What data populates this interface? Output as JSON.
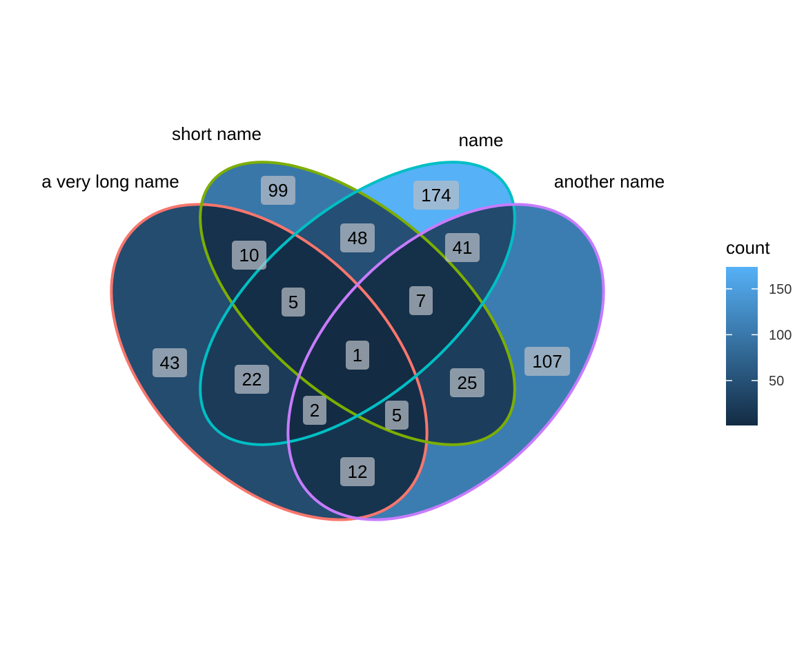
{
  "chart_data": {
    "type": "venn",
    "sets": [
      {
        "name": "a very long name",
        "color": "#F8766D"
      },
      {
        "name": "short name",
        "color": "#7CAE00"
      },
      {
        "name": "name",
        "color": "#00BFC4"
      },
      {
        "name": "another name",
        "color": "#C77CFF"
      }
    ],
    "regions": [
      {
        "sets": [
          "a very long name"
        ],
        "count": 43
      },
      {
        "sets": [
          "short name"
        ],
        "count": 99
      },
      {
        "sets": [
          "name"
        ],
        "count": 174
      },
      {
        "sets": [
          "another name"
        ],
        "count": 107
      },
      {
        "sets": [
          "a very long name",
          "short name"
        ],
        "count": 10
      },
      {
        "sets": [
          "short name",
          "name"
        ],
        "count": 48
      },
      {
        "sets": [
          "name",
          "another name"
        ],
        "count": 41
      },
      {
        "sets": [
          "a very long name",
          "short name",
          "name"
        ],
        "count": 5
      },
      {
        "sets": [
          "short name",
          "name",
          "another name"
        ],
        "count": 7
      },
      {
        "sets": [
          "a very long name",
          "short name",
          "name",
          "another name"
        ],
        "count": 1
      },
      {
        "sets": [
          "a very long name",
          "name"
        ],
        "count": 22
      },
      {
        "sets": [
          "short name",
          "another name"
        ],
        "count": 25
      },
      {
        "sets": [
          "a very long name",
          "name",
          "another name"
        ],
        "count": 2
      },
      {
        "sets": [
          "a very long name",
          "short name",
          "another name"
        ],
        "count": 5
      },
      {
        "sets": [
          "a very long name",
          "another name"
        ],
        "count": 12
      }
    ],
    "legend": {
      "title": "count",
      "ticks": [
        50,
        100,
        150
      ],
      "range": [
        1,
        174
      ],
      "low_color": "#132B43",
      "high_color": "#56B1F7",
      "placement": "right"
    }
  }
}
